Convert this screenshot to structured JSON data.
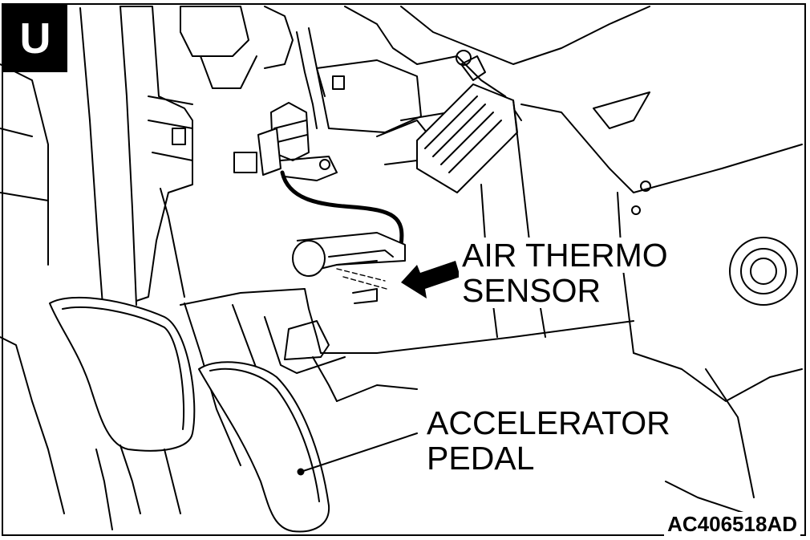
{
  "badge": {
    "letter": "U"
  },
  "callouts": {
    "air_thermo_sensor": {
      "line1": "AIR THERMO",
      "line2": "SENSOR"
    },
    "accelerator_pedal": {
      "line1": "ACCELERATOR",
      "line2": "PEDAL"
    }
  },
  "figure_code": "AC406518AD",
  "colors": {
    "ink": "#000000",
    "paper": "#ffffff"
  }
}
